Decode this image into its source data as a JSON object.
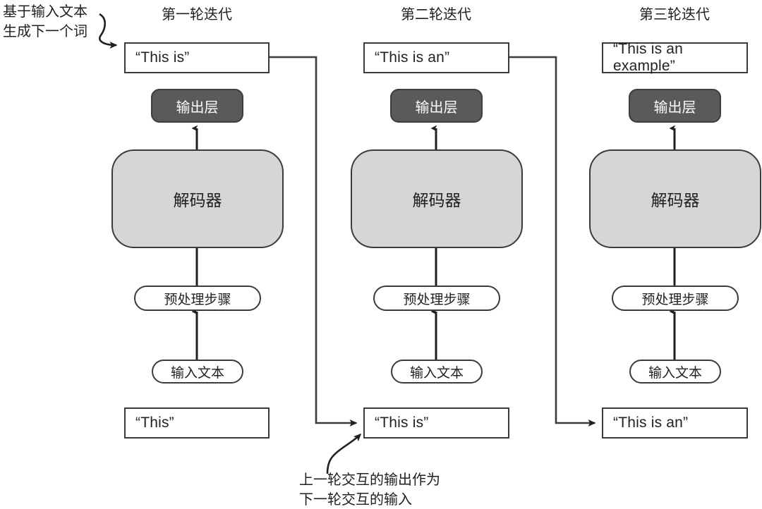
{
  "diagram": {
    "title_note_top_left": "基于输入文本\n生成下一个词",
    "note_bottom": "上一轮交互的输出作为\n下一轮交互的输入",
    "colors": {
      "output_layer_fill": "#5a5a5a",
      "decoder_fill": "#d6d6d6",
      "stroke": "#3b3b3b",
      "text": "#231f20",
      "background": "#ffffff"
    },
    "columns": [
      {
        "header": "第一轮迭代",
        "output_text": "“This is”",
        "output_layer": "输出层",
        "decoder": "解码器",
        "preprocess": "预处理步骤",
        "input_node": "输入文本",
        "input_text": "“This”"
      },
      {
        "header": "第二轮迭代",
        "output_text": "“This is an”",
        "output_layer": "输出层",
        "decoder": "解码器",
        "preprocess": "预处理步骤",
        "input_node": "输入文本",
        "input_text": "“This is”"
      },
      {
        "header": "第三轮迭代",
        "output_text": "“This is an example”",
        "output_layer": "输出层",
        "decoder": "解码器",
        "preprocess": "预处理步骤",
        "input_node": "输入文本",
        "input_text": "“This is an”"
      }
    ]
  }
}
